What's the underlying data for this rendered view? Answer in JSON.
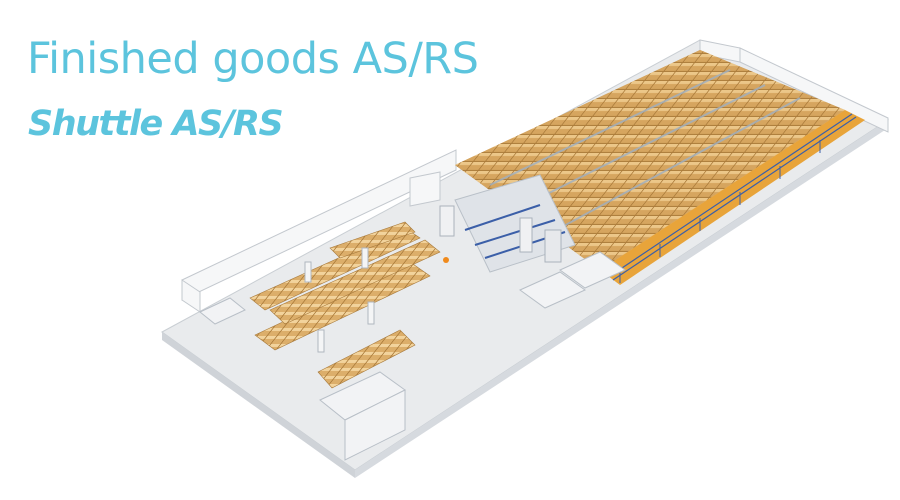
{
  "header": {
    "title": "Finished goods AS/RS",
    "subtitle": "Shuttle AS/RS"
  },
  "colors": {
    "accent": "#5cc4dd",
    "floor": "#e4e7ea",
    "wall": "#f4f5f6",
    "box": "#d8a862",
    "rack_blue": "#3b5fa8",
    "rack_orange": "#f0a020"
  },
  "illustration": {
    "subject": "warehouse-3d-cutaway"
  }
}
